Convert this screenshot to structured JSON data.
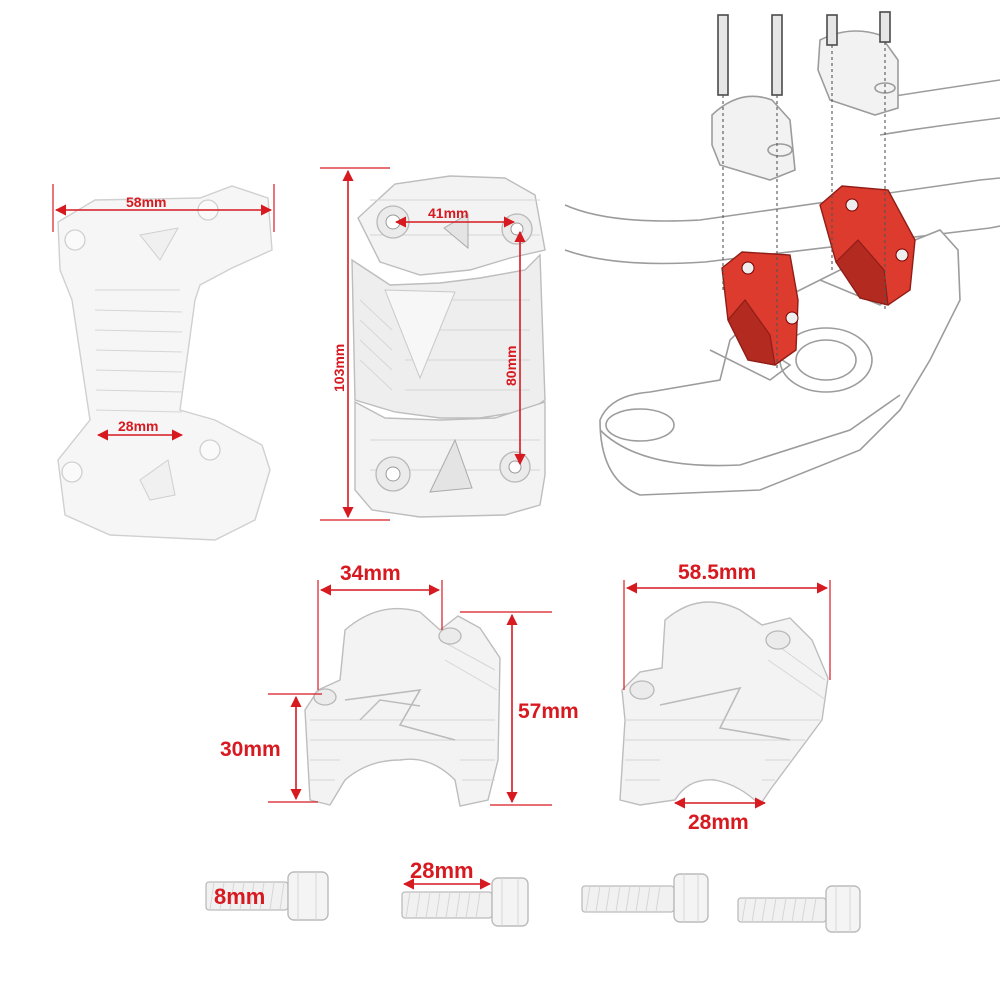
{
  "labels": {
    "top_plate_width": "58mm",
    "top_plate_neck": "28mm",
    "plate_height": "103mm",
    "hole_spacing_h": "41mm",
    "hole_spacing_v": "80mm",
    "riser_clamp_width": "34mm",
    "riser_height": "57mm",
    "riser_base_height": "30mm",
    "riser_width": "58.5mm",
    "riser_base_gap": "28mm",
    "bolt_diameter": "8mm",
    "bolt_length": "28mm"
  },
  "colors": {
    "dimension": "#d71920",
    "anodized_red": "#dc3b2e"
  }
}
